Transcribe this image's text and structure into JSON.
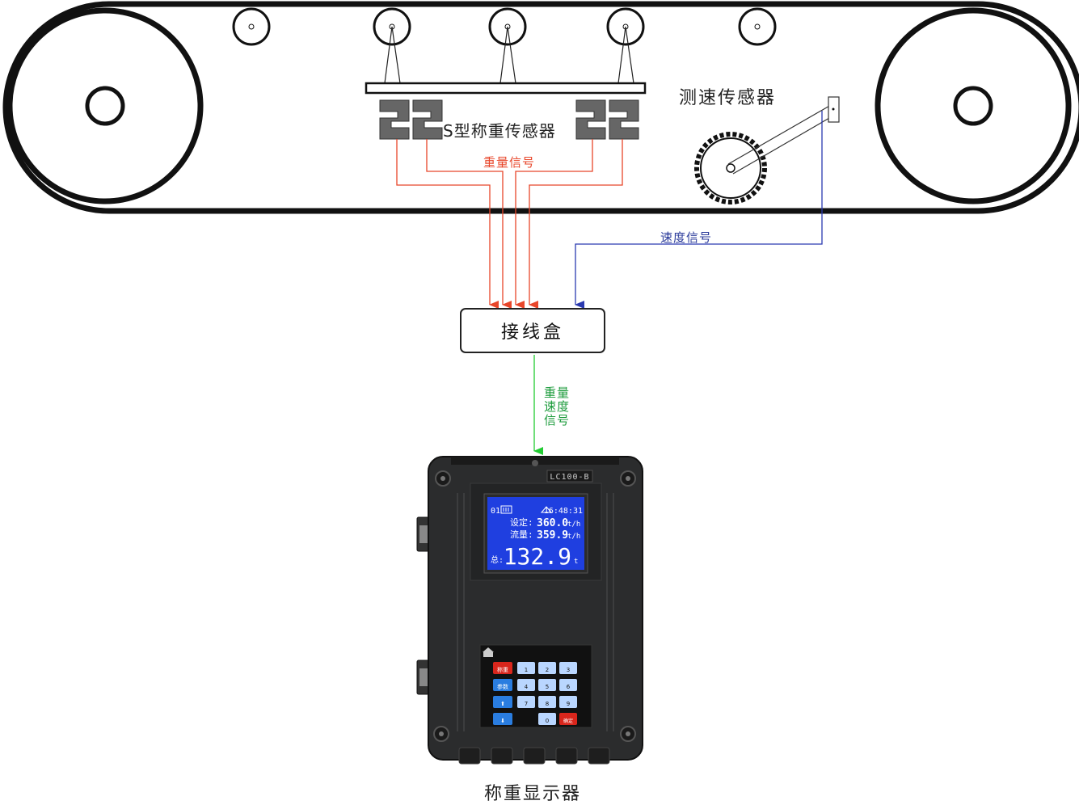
{
  "diagram": {
    "s_sensor_label": "S型称重传感器",
    "speed_sensor_label": "测速传感器",
    "weight_signal_label": "重量信号",
    "speed_signal_label": "速度信号",
    "junction_box_label": "接线盒",
    "combined_signal_lines": [
      "重量",
      "速度",
      "信号"
    ],
    "display_label": "称重显示器"
  },
  "device": {
    "model": "LC100-B",
    "screen": {
      "channel": "01",
      "time": "16:48:31",
      "set_label": "设定:",
      "set_value": "360.0",
      "set_unit": "t/h",
      "flow_label": "流量:",
      "flow_value": "359.9",
      "flow_unit": "t/h",
      "total_label": "总:",
      "total_value": "132.9",
      "total_unit": "t"
    },
    "keypad": {
      "left_keys": [
        "称重",
        "参数",
        "⬆",
        "⬇"
      ],
      "number_keys": [
        "1",
        "2",
        "3",
        "4",
        "5",
        "6",
        "7",
        "8",
        "9",
        "0"
      ],
      "enter_key": "确定"
    }
  },
  "colors": {
    "weight_signal": "#e8462a",
    "speed_signal": "#2a3ab0",
    "combined_signal": "#22cc33",
    "lcd_background": "#1f3fe0",
    "red_key": "#d9261c",
    "blue_key": "#2a7de0"
  }
}
